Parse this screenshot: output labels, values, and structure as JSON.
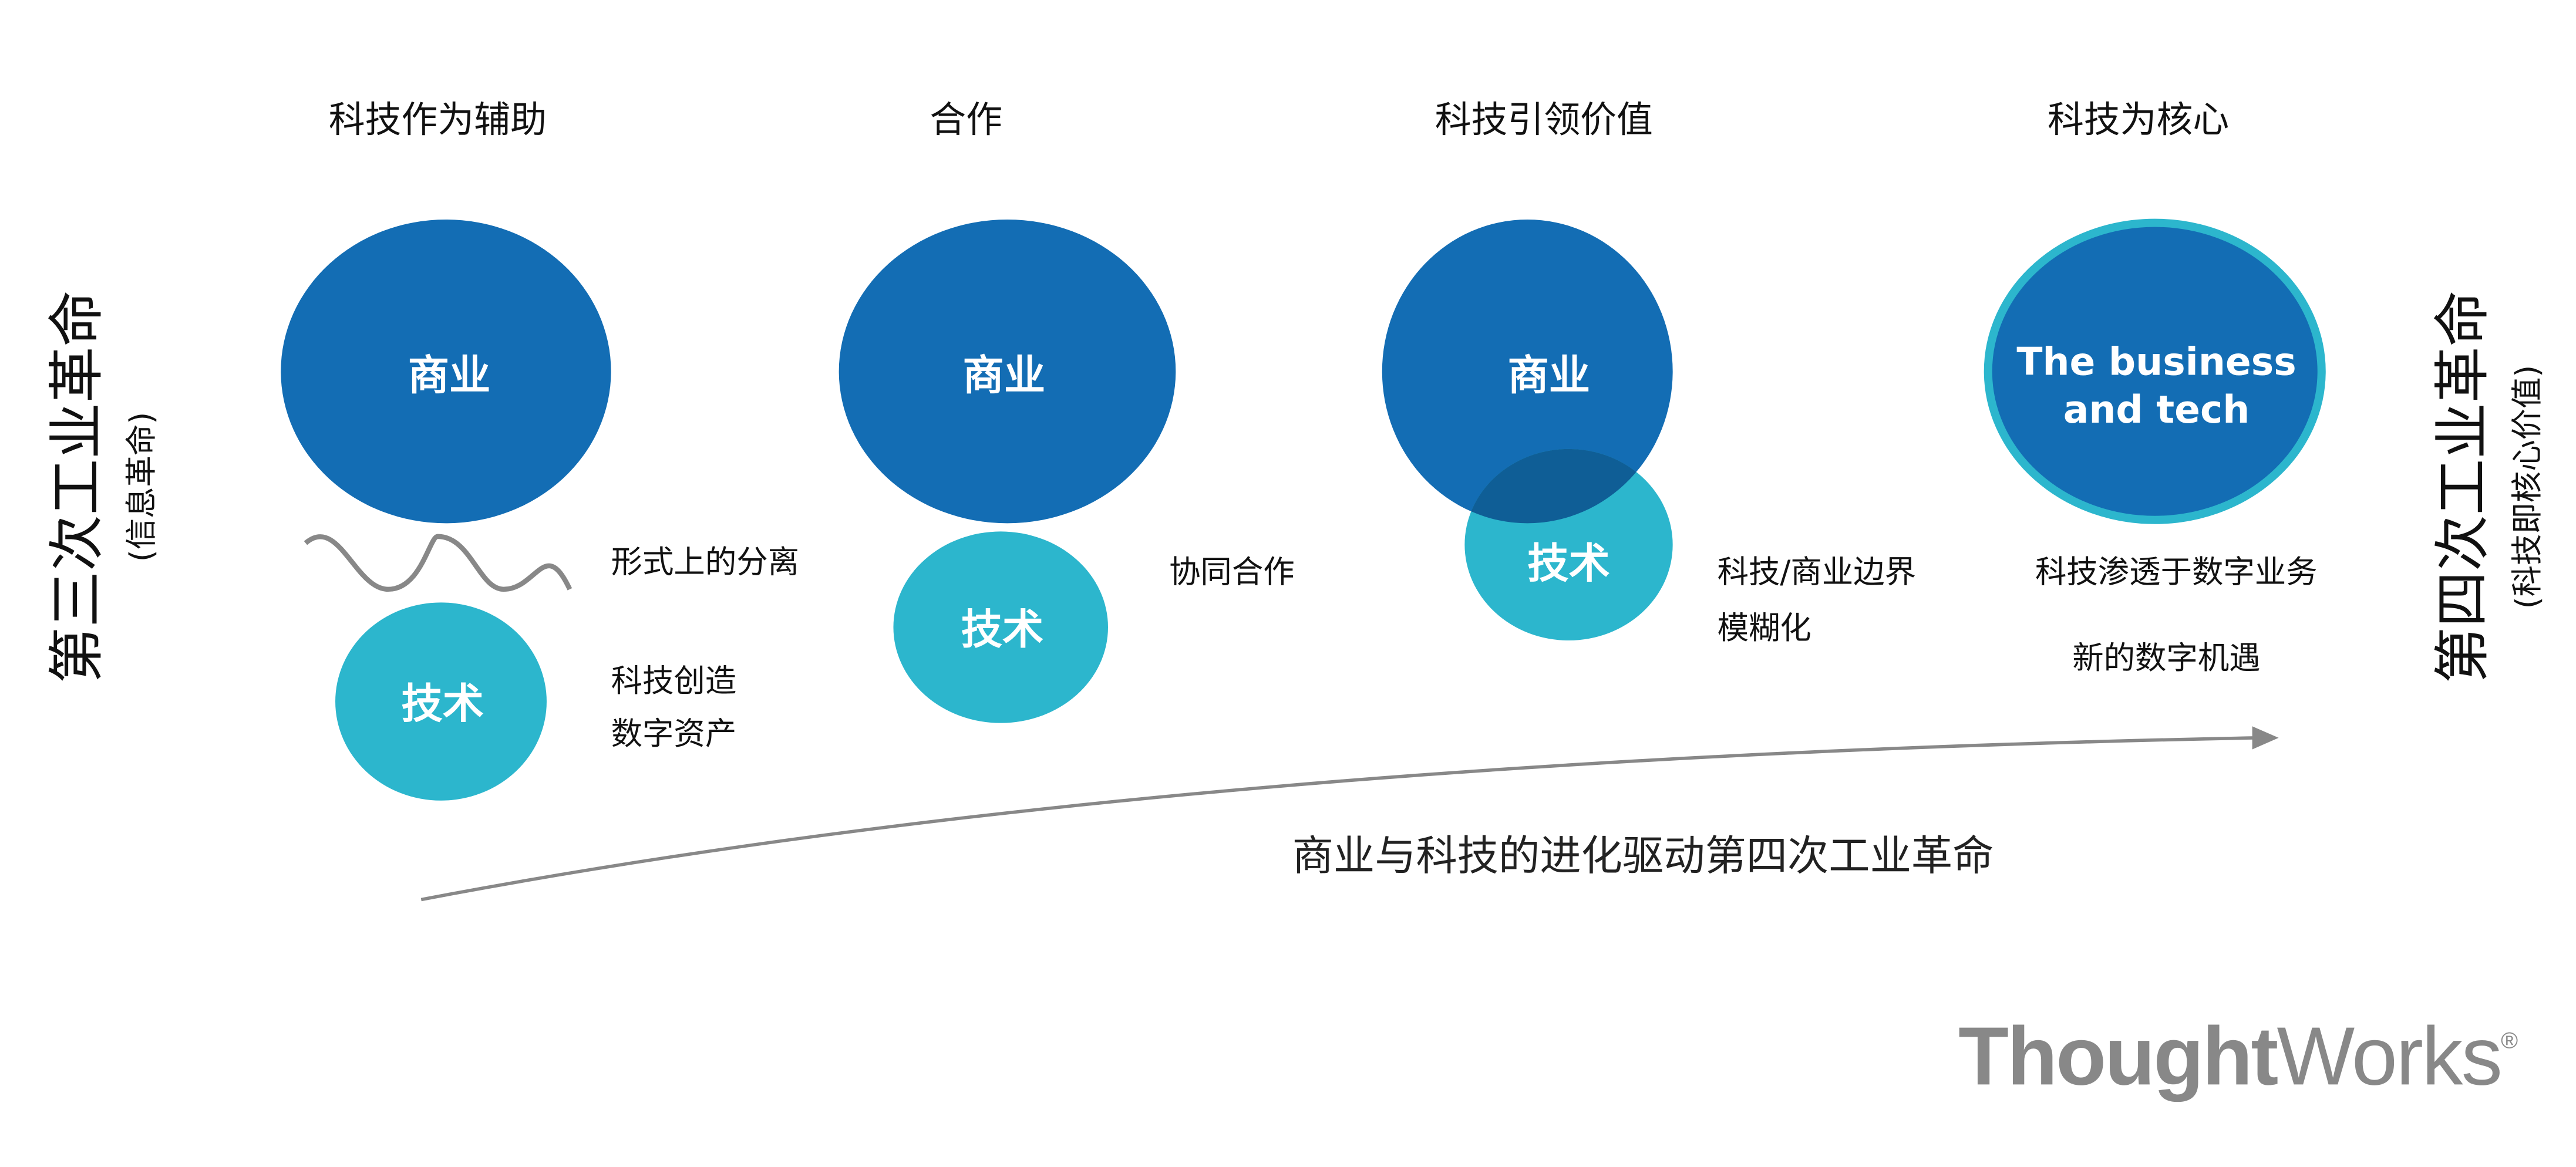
{
  "stages": [
    {
      "title": "科技作为辅助",
      "business": "商业",
      "tech": "技术",
      "notes": [
        "形式上的分离",
        "科技创造",
        "数字资产"
      ]
    },
    {
      "title": "合作",
      "business": "商业",
      "tech": "技术",
      "notes": [
        "协同合作"
      ]
    },
    {
      "title": "科技引领价值",
      "business": "商业",
      "tech": "技术",
      "notes": [
        "科技/商业边界",
        "模糊化"
      ]
    },
    {
      "title": "科技为核心",
      "merged": [
        "The business",
        "and tech"
      ],
      "notes": [
        "科技渗透于数字业务",
        "新的数字机遇"
      ]
    }
  ],
  "left_label": {
    "title": "第三次工业革命",
    "subtitle": "(信息革命)"
  },
  "right_label": {
    "title": "第四次工业革命",
    "subtitle": "(科技即核心价值)"
  },
  "caption": "商业与科技的进化驱动第四次工业革命",
  "logo": {
    "bold": "Thought",
    "light": "Works",
    "mark": "®"
  },
  "colors": {
    "business": "#136db4",
    "tech": "#2cb6cd",
    "overlap": "#0f5e96",
    "arrow": "#888888"
  }
}
